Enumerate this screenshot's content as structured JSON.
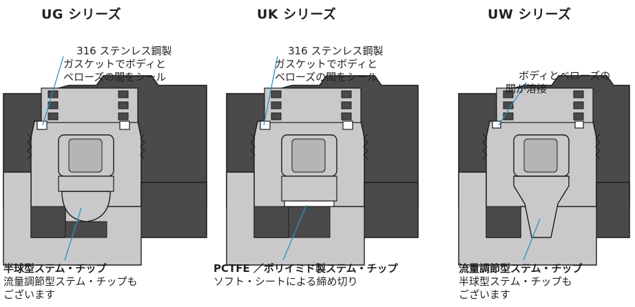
{
  "panels": [
    {
      "title": "UG シリーズ",
      "callout": [
        "316 ステンレス鋼製",
        "ガスケットでボディと",
        "ベローズの間をシール"
      ],
      "caption_bold": "半球型ステム・チップ",
      "caption_lines": [
        "流量調節型ステム・チップも",
        "ございます"
      ]
    },
    {
      "title": "UK シリーズ",
      "callout": [
        "316 ステンレス鋼製",
        "ガスケットでボディと",
        "ベローズの間をシール"
      ],
      "caption_bold": "PCTFE ／ポリイミド製ステム・チップ",
      "caption_lines": [
        "ソフト・シートによる締め切り"
      ]
    },
    {
      "title": "UW シリーズ",
      "callout": [
        "ボディとベローズの",
        "間が溶接"
      ],
      "caption_bold": "流量調節型ステム・チップ",
      "caption_lines": [
        "半球型ステム・チップも",
        "ございます"
      ]
    }
  ],
  "colors": {
    "body_dark": "#4a4a4c",
    "body_light": "#c9c9cb",
    "outline": "#1a1a1a",
    "leader": "#2a8fc7",
    "text": "#231f20",
    "tip_white": "#ffffff"
  }
}
